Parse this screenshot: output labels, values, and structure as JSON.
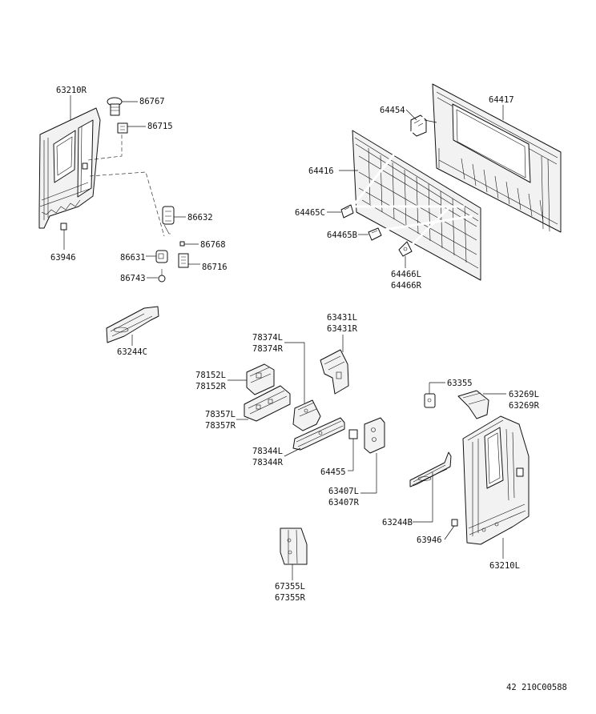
{
  "labels": {
    "p63210R": "63210R",
    "p86767": "86767",
    "p86715": "86715",
    "p63946_a": "63946",
    "p86632": "86632",
    "p86768": "86768",
    "p86631": "86631",
    "p86716": "86716",
    "p86743": "86743",
    "p63244C": "63244C",
    "p64454": "64454",
    "p64417": "64417",
    "p64416": "64416",
    "p64465C": "64465C",
    "p64465B": "64465B",
    "p64466": [
      "64466L",
      "64466R"
    ],
    "p78374": [
      "78374L",
      "78374R"
    ],
    "p63431": [
      "63431L",
      "63431R"
    ],
    "p78152": [
      "78152L",
      "78152R"
    ],
    "p78357": [
      "78357L",
      "78357R"
    ],
    "p78344": [
      "78344L",
      "78344R"
    ],
    "p64455": "64455",
    "p63407": [
      "63407L",
      "63407R"
    ],
    "p63355": "63355",
    "p63269": [
      "63269L",
      "63269R"
    ],
    "p63244B": "63244B",
    "p63946_b": "63946",
    "p63210L": "63210L",
    "p67355": [
      "67355L",
      "67355R"
    ]
  },
  "footer": "42 210C00588"
}
